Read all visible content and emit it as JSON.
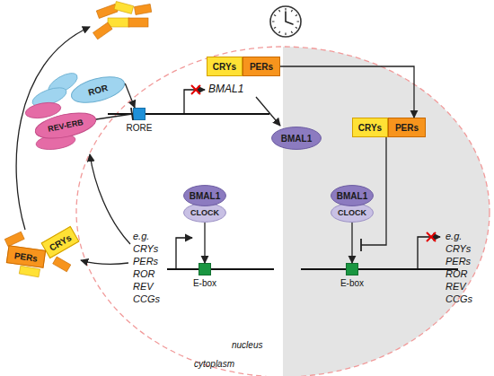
{
  "diagram": {
    "nodes": [
      {
        "text": [
          "CRYs"
        ]
      },
      {
        "text": [
          "PERs"
        ]
      },
      {
        "text": [
          "ROR"
        ]
      },
      {
        "text": [
          "REV-ERB"
        ]
      },
      {
        "text": [
          "RORE"
        ]
      },
      {
        "text": [
          "BMAL1"
        ]
      },
      {
        "text": [
          "BMAL1"
        ]
      },
      {
        "text": [
          "CLOCK"
        ]
      },
      {
        "text": [
          "E-box"
        ]
      },
      {
        "text": [
          "CRYs"
        ]
      },
      {
        "text": [
          "PERs"
        ]
      },
      {
        "text": [
          "BMAL1"
        ]
      },
      {
        "text": [
          "CLOCK"
        ]
      },
      {
        "text": [
          "E-box"
        ]
      },
      {
        "text": [
          "PERs"
        ]
      },
      {
        "text": [
          "CRYs"
        ]
      }
    ],
    "edges": [
      {
        "from": 1,
        "to": 10,
        "arrow": "to"
      },
      {
        "from": 9,
        "to": 13,
        "arrow": "to"
      },
      {
        "from": 2,
        "to": 4,
        "arrow": "to"
      },
      {
        "from": 3,
        "to": 4,
        "arrow": "to"
      },
      {
        "from": 7,
        "to": 8,
        "arrow": "to"
      },
      {
        "from": 12,
        "to": 13,
        "arrow": "to"
      }
    ],
    "labels": [
      "BMAL1",
      "e.g.",
      "CRYs",
      "PERs",
      "ROR",
      "REV",
      "CCGs",
      "e.g.",
      "CRYs",
      "PERs",
      "ROR",
      "REV",
      "CCGs",
      "nucleus",
      "cytoplasm"
    ]
  }
}
